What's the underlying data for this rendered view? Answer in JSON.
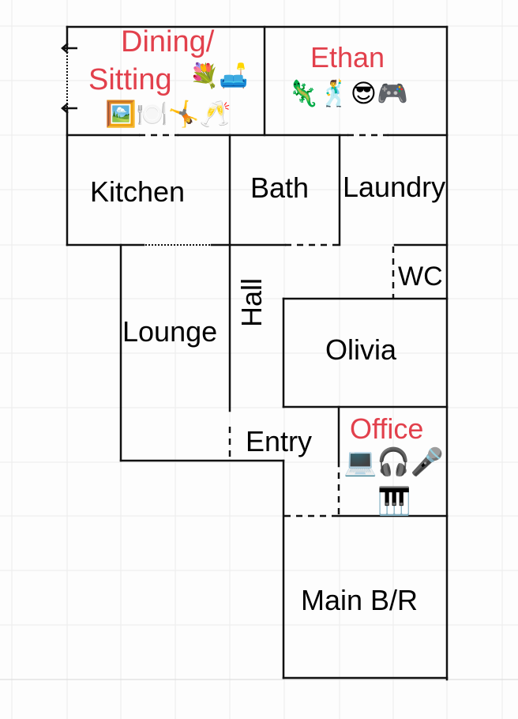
{
  "colors": {
    "wall": "#111111",
    "grid": "#ececec",
    "highlight_label": "#e2404c",
    "label": "#000000",
    "background": "#fdfdfd"
  },
  "rooms": {
    "dining": {
      "label_line1": "Dining/",
      "label_line2": "Sitting",
      "emoji_row1": "💐🛋️",
      "emoji_row2": "🖼️🍽️🤸🥂"
    },
    "ethan": {
      "label": "Ethan",
      "emojis": "🦎🕺😎🎮"
    },
    "kitchen": {
      "label": "Kitchen"
    },
    "bath": {
      "label": "Bath"
    },
    "laundry": {
      "label": "Laundry"
    },
    "wc": {
      "label": "WC"
    },
    "lounge": {
      "label": "Lounge"
    },
    "hall": {
      "label": "Hall"
    },
    "olivia": {
      "label": "Olivia"
    },
    "entry": {
      "label": "Entry"
    },
    "office": {
      "label": "Office",
      "emoji_row1": "💻🎧🎤",
      "emoji_row2": "🎹"
    },
    "main_br": {
      "label": "Main B/R"
    }
  },
  "markers": {
    "door_arrow": "←"
  }
}
